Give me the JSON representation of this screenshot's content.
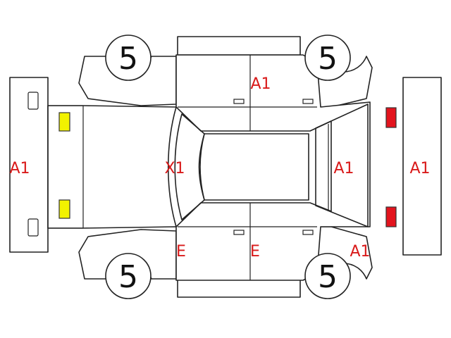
{
  "colors": {
    "outline": "#222222",
    "damage_text": "#d91a1a",
    "front_lights": "#f2f200",
    "rear_lights": "#e3141e"
  },
  "tires": {
    "front_left": "5",
    "rear_left": "5",
    "front_right": "5",
    "rear_right": "5"
  },
  "damage_marks": {
    "front_bumper": "A1",
    "hood": "X1",
    "roof_panel_upper": "A1",
    "rear_window": "A1",
    "rear_bumper": "A1",
    "lower_left_door": "E",
    "lower_right_door": "E",
    "rear_quarter_lower": "A1"
  }
}
